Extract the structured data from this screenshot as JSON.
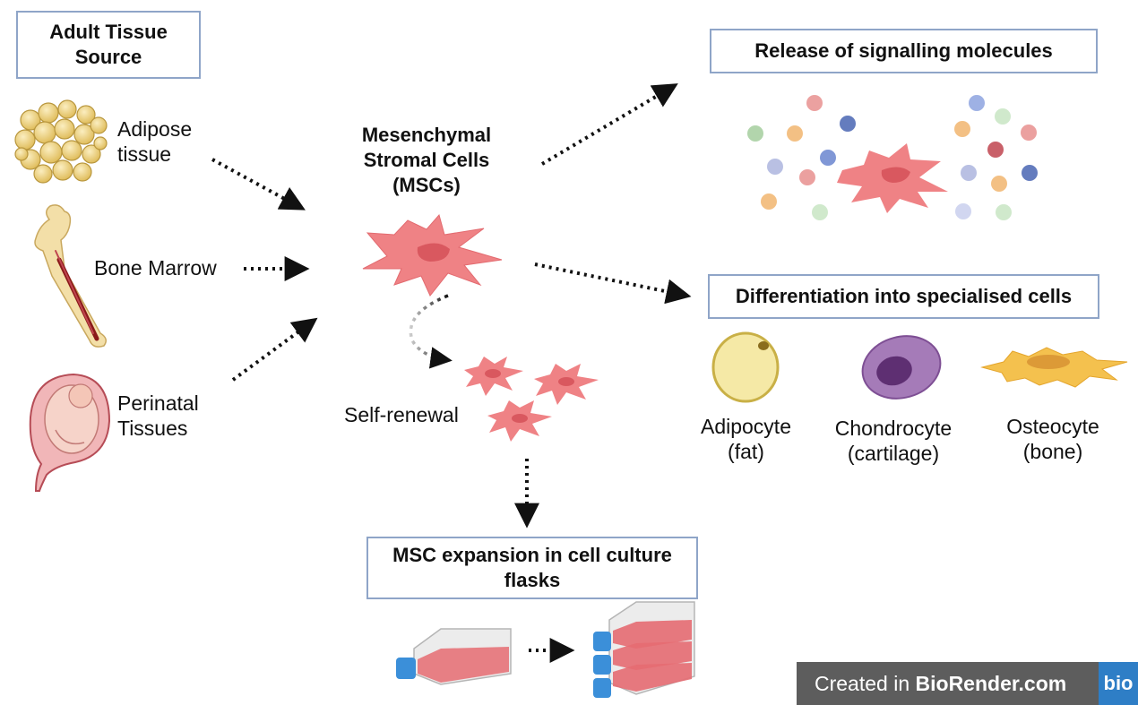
{
  "source_box": {
    "title": "Adult Tissue Source"
  },
  "sources": {
    "adipose": "Adipose tissue",
    "bone_marrow": "Bone Marrow",
    "perinatal": "Perinatal Tissues"
  },
  "msc": {
    "title_line1": "Mesenchymal",
    "title_line2": "Stromal Cells",
    "title_line3": "(MSCs)",
    "self_renewal": "Self-renewal"
  },
  "signalling_box": {
    "title": "Release of signalling molecules"
  },
  "differentiation_box": {
    "title": "Differentiation into specialised cells"
  },
  "cell_types": [
    {
      "name": "Adipocyte",
      "tissue": "(fat)"
    },
    {
      "name": "Chondrocyte",
      "tissue": "(cartilage)"
    },
    {
      "name": "Osteocyte",
      "tissue": "(bone)"
    }
  ],
  "expansion_box": {
    "title": "MSC expansion in cell culture flasks"
  },
  "badge": {
    "prefix": "Created in ",
    "brand": "BioRender.com",
    "logo": "bio"
  },
  "colors": {
    "box_border": "#8fa5c8",
    "msc_cell": "#ef8285",
    "adipocyte": "#f5e9a6",
    "chondrocyte": "#9b72ae",
    "osteocyte": "#f4c14e",
    "flask_cap": "#3b8fd9",
    "badge_bg": "#5d5d5d",
    "badge_logo": "#2e7ec6"
  }
}
